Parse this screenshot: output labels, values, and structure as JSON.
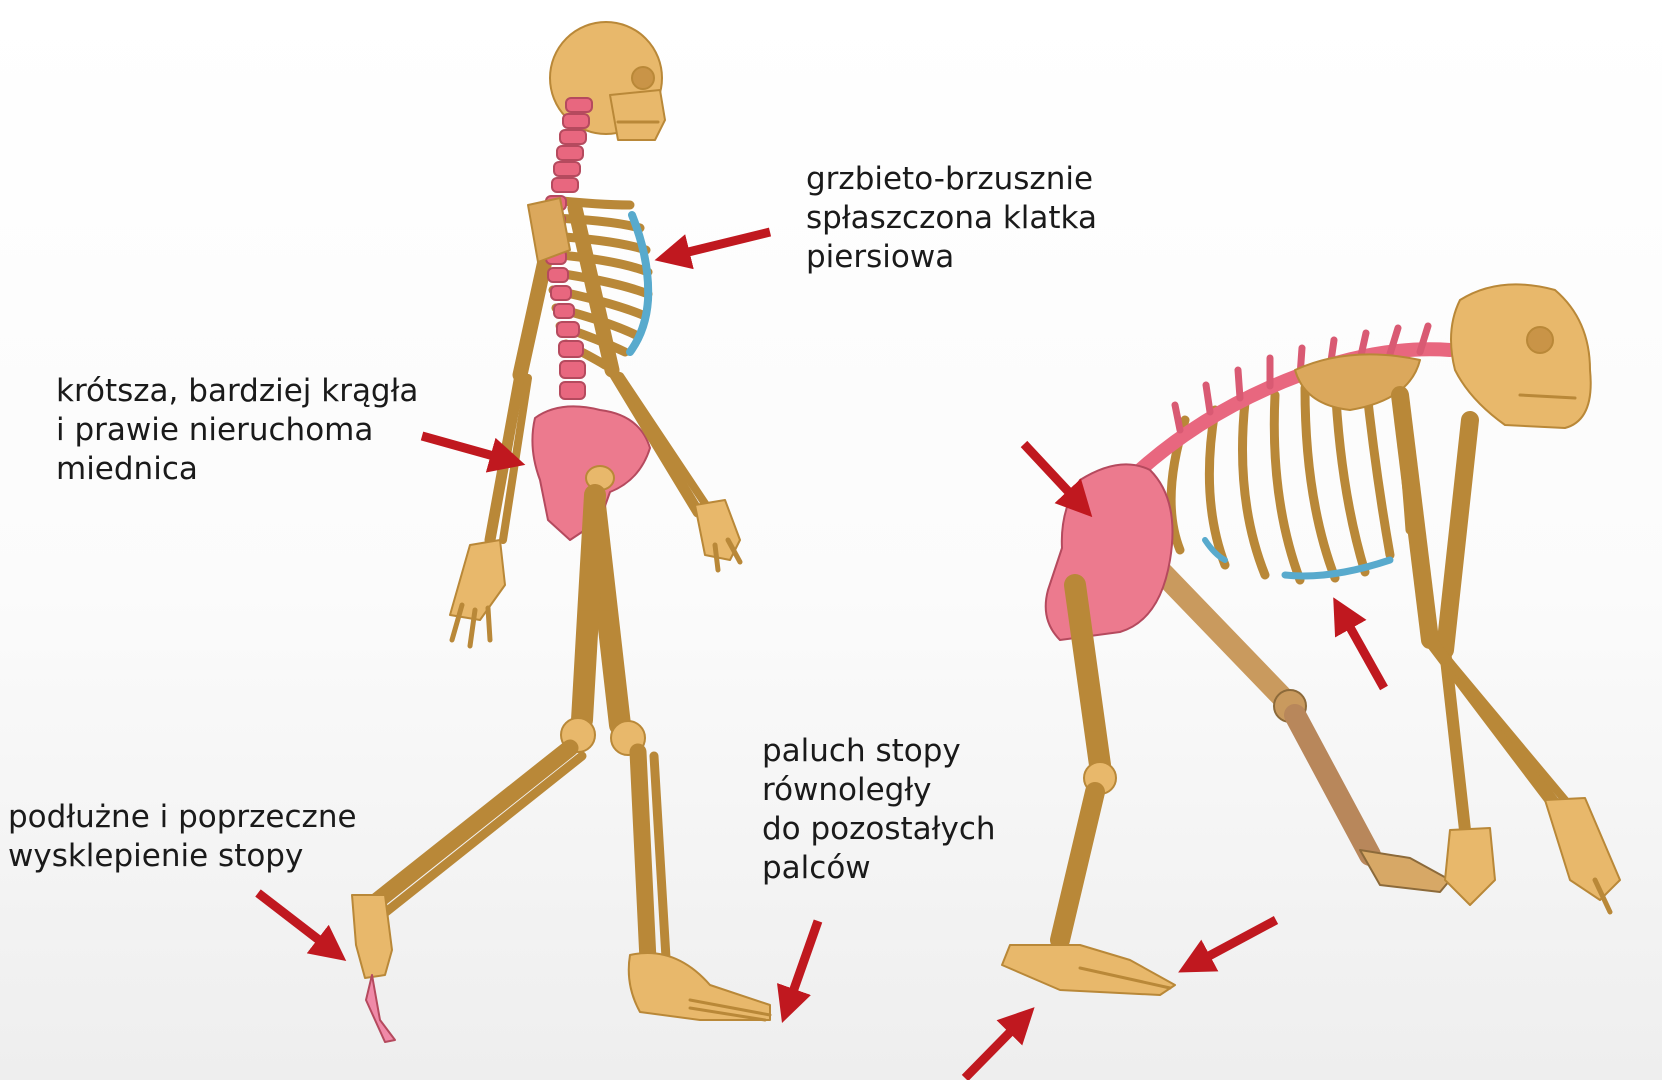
{
  "annotations": {
    "chest": [
      "grzbieto-brzusznie",
      "spłaszczona klatka",
      "piersiowa"
    ],
    "pelvis": [
      "krótsza, bardziej krągła",
      "i prawie nieruchoma",
      "miednica"
    ],
    "arch": [
      "podłużne i poprzeczne",
      "wysklepienie stopy"
    ],
    "big_toe": [
      "paluch stopy",
      "równoległy",
      "do pozostałych",
      "palców"
    ]
  },
  "colors": {
    "bone": "#e8b86b",
    "bone_outline": "#b98838",
    "highlight_pink": "#e8677f",
    "highlight_blue": "#58aacd",
    "arrow": "#c0181f",
    "text": "#1a1a1a"
  }
}
